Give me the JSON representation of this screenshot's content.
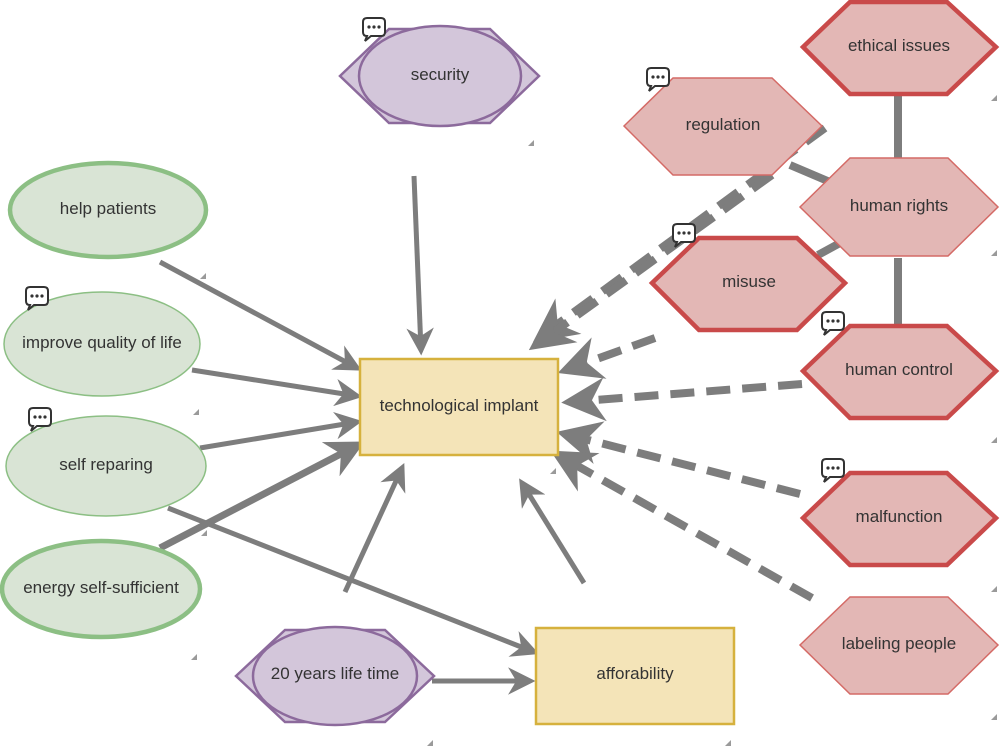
{
  "colors": {
    "green_fill": "#d9e4d5",
    "green_stroke": "#8cbf84",
    "purple_fill": "#d3c6da",
    "purple_stroke": "#8c6a9c",
    "red_fill": "#e3b7b5",
    "red_stroke": "#c94a4a",
    "red_stroke_light": "#d46a66",
    "yellow_fill": "#f4e4b8",
    "yellow_stroke": "#d6b13d",
    "edge": "#7d7d7d"
  },
  "nodes": {
    "technological_implant": {
      "label": "technological implant"
    },
    "afforability": {
      "label": "afforability"
    },
    "security": {
      "label": "security"
    },
    "years_life_time": {
      "label": "20 years life time"
    },
    "help_patients": {
      "label": "help patients"
    },
    "improve_quality": {
      "label": "improve quality of life"
    },
    "self_reparing": {
      "label": "self reparing"
    },
    "energy_self": {
      "label": "energy self-sufficient"
    },
    "regulation": {
      "label": "regulation"
    },
    "ethical_issues": {
      "label": "ethical issues"
    },
    "human_rights": {
      "label": "human rights"
    },
    "misuse": {
      "label": "misuse"
    },
    "human_control": {
      "label": "human control"
    },
    "malfunction": {
      "label": "malfunction"
    },
    "labeling_people": {
      "label": "labeling people"
    }
  },
  "icons": {
    "comment": "comment-icon",
    "resize": "resize-handle-icon"
  }
}
